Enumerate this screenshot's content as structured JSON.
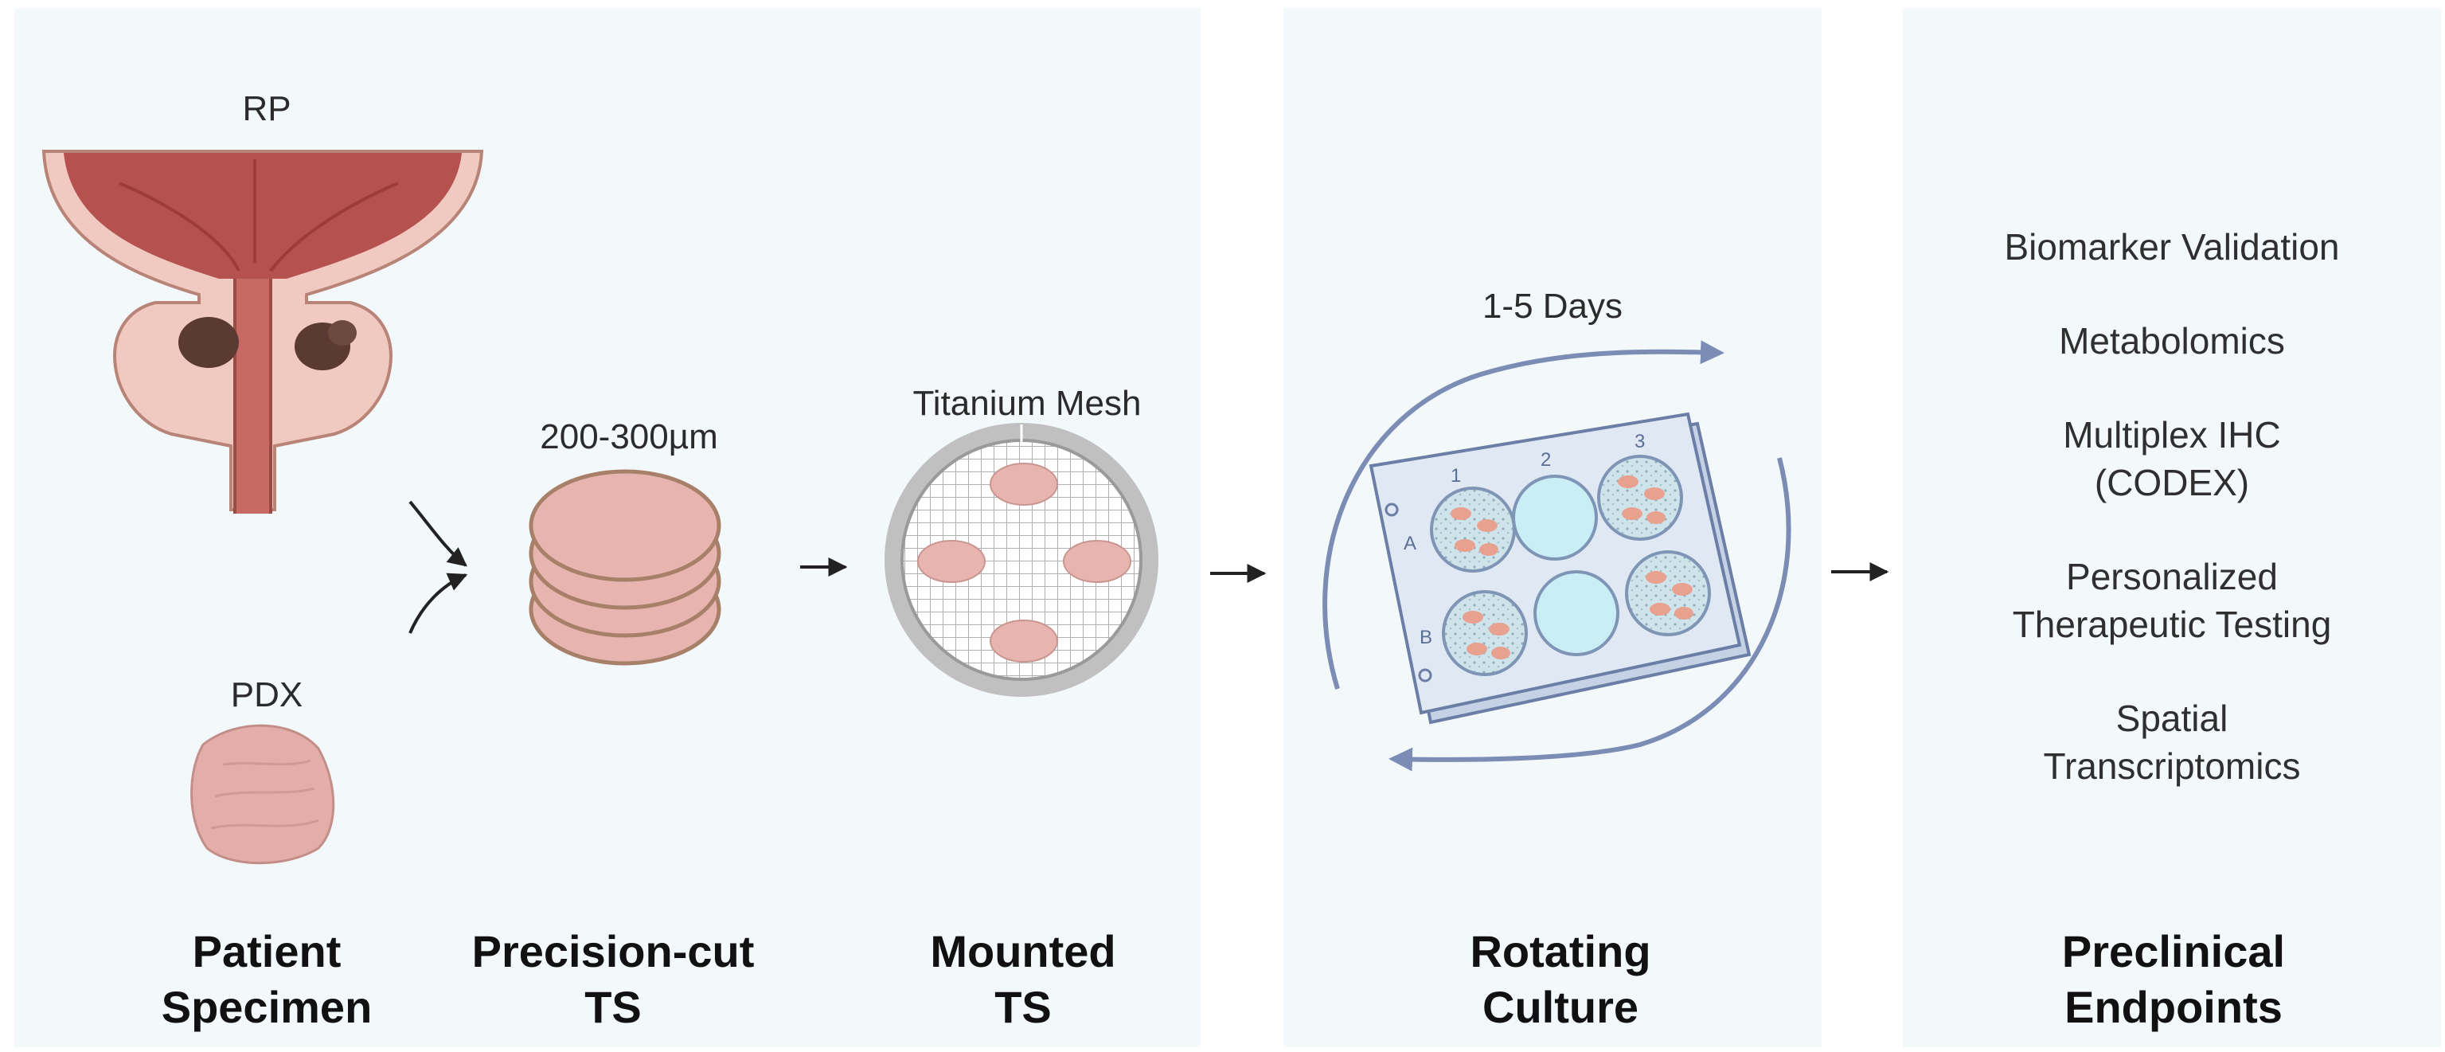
{
  "labels": {
    "rp": "RP",
    "pdx": "PDX",
    "thickness": "200-300µm",
    "mesh": "Titanium Mesh",
    "duration": "1-5 Days",
    "plate_col_1": "1",
    "plate_col_2": "2",
    "plate_col_3": "3",
    "plate_row_a": "A",
    "plate_row_b": "B"
  },
  "stages": [
    {
      "line1": "Patient",
      "line2": "Specimen"
    },
    {
      "line1": "Precision-cut",
      "line2": "TS"
    },
    {
      "line1": "Mounted",
      "line2": "TS"
    },
    {
      "line1": "Rotating",
      "line2": "Culture"
    },
    {
      "line1": "Preclinical",
      "line2": "Endpoints"
    }
  ],
  "endpoints": [
    {
      "line1": "Biomarker Validation",
      "line2": ""
    },
    {
      "line1": "Metabolomics",
      "line2": ""
    },
    {
      "line1": "Multiplex IHC",
      "line2": "(CODEX)"
    },
    {
      "line1": "Personalized",
      "line2": "Therapeutic Testing"
    },
    {
      "line1": "Spatial",
      "line2": "Transcriptomics"
    }
  ],
  "colors": {
    "panel_bg": "#f3f8fb",
    "tissue": "#e8b4b0",
    "tissue_edge": "#a8806a",
    "tumor": "#5a3a32",
    "mesh": "#b5b5b5",
    "plate": "#dfe8f3",
    "plate_edge": "#6b7ea6",
    "well_empty": "#c9eef6",
    "rotation_arrow": "#7b8db5"
  }
}
